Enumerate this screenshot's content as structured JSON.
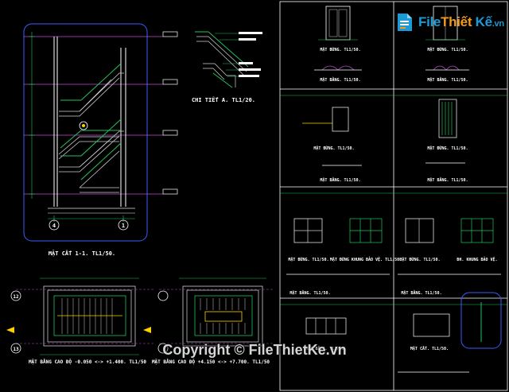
{
  "watermark": {
    "brand_part1": "File",
    "brand_part2": "Thiết",
    "brand_part3": " Kế",
    "brand_suffix": ".vn",
    "copyright": "Copyright © FileThietKe.vn"
  },
  "drawings": {
    "section_title": "MẶT CẮT 1-1. TL1/50.",
    "detail_title": "CHI TIẾT A. TL1/20.",
    "plan_low_title": "MẶT BẰNG CAO ĐỘ -0.050 <-> +1.400. TL1/50",
    "plan_high_title": "MẶT BẰNG CAO ĐỘ +4.150 <-> +7.700. TL1/50",
    "grid_1": "1",
    "grid_4": "4",
    "grid_12": "12",
    "grid_13": "13"
  },
  "sheets": {
    "mat_dung": "MẶT ĐỨNG. TL1/50.",
    "mat_bang": "MẶT BẰNG. TL1/50.",
    "mat_cat": "MẶT CẮT. TL1/50.",
    "khung_bao_ve": "MẶT ĐỨNG KHUNG BẢO VỆ. TL1/50.",
    "khung_bao_ve_short": "ĐH. KHUNG BẢO VỆ."
  }
}
